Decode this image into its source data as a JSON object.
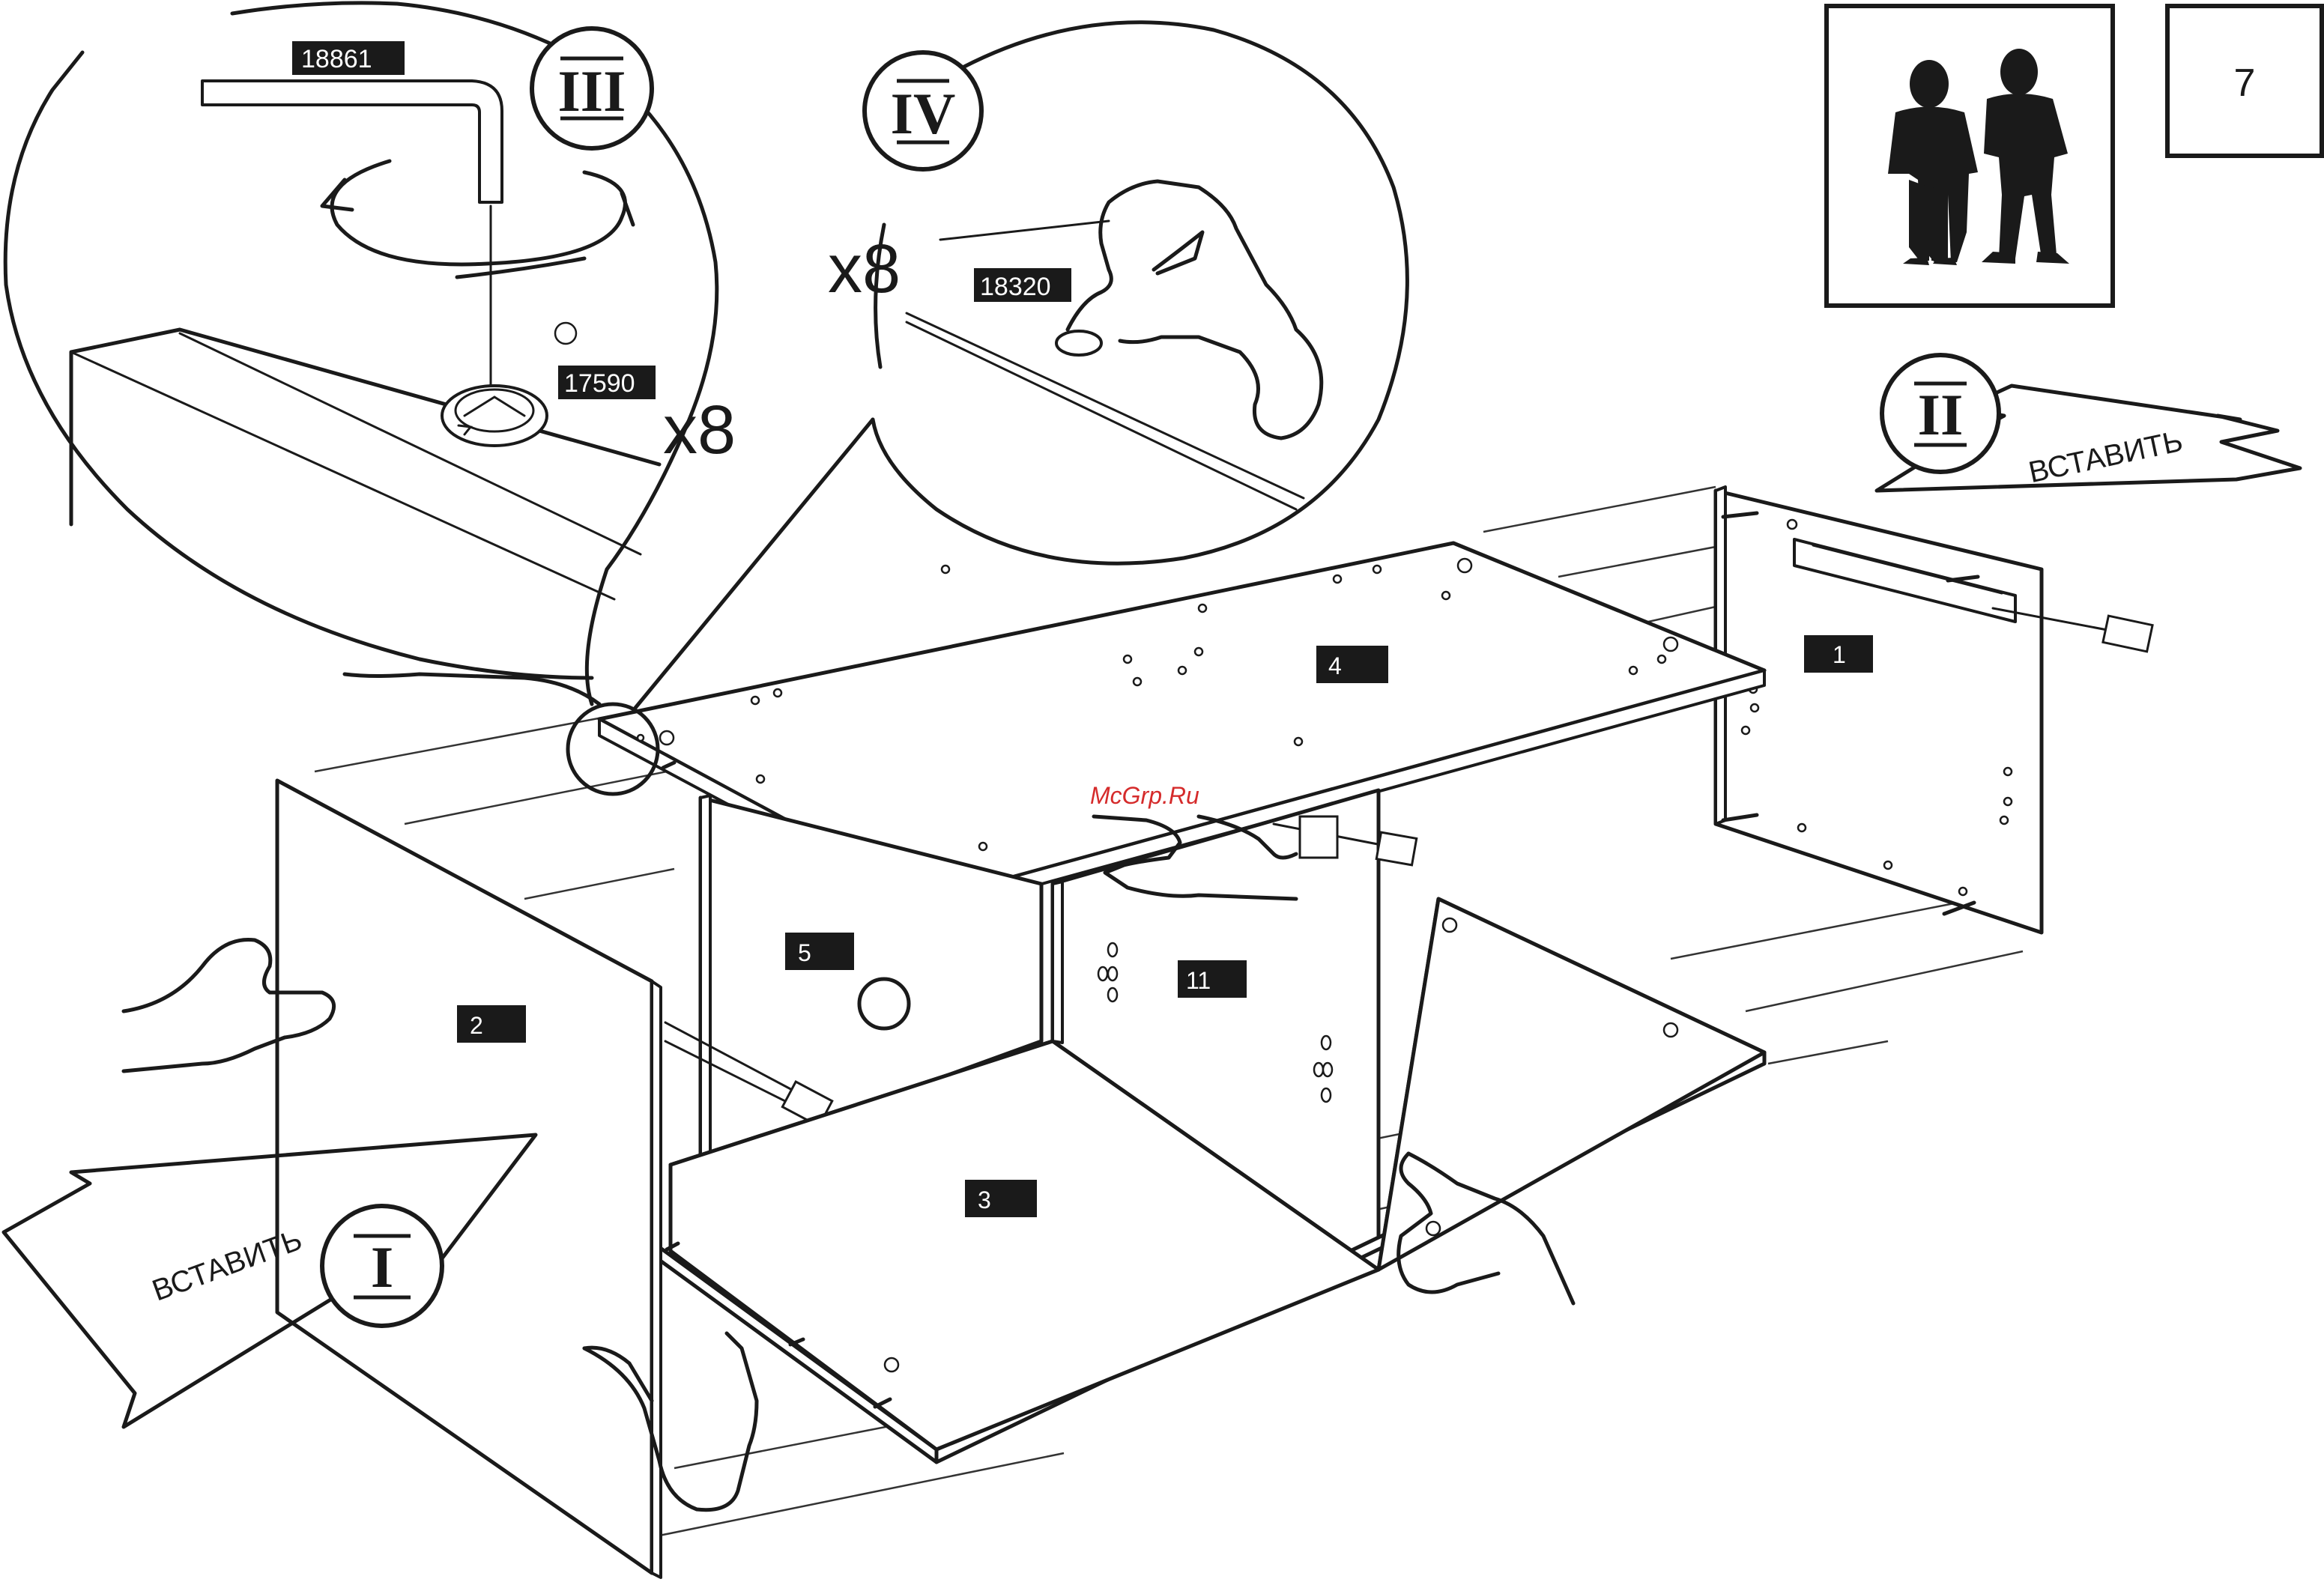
{
  "step_number": "7",
  "part_codes": {
    "allen_key": "18861",
    "cam_lock": "17590",
    "cap": "18320"
  },
  "quantities": {
    "cam_lock_qty": "x8",
    "cap_qty": "x8"
  },
  "steps": {
    "I": "I",
    "II": "II",
    "III": "III",
    "IV": "IV"
  },
  "instructions": {
    "insert_I": "ВСТАВИТЬ",
    "insert_II": "ВСТАВИТЬ"
  },
  "panels": {
    "p1": "1",
    "p2": "2",
    "p3": "3",
    "p4": "4",
    "p5": "5",
    "p11": "11"
  },
  "watermark": "McGrp.Ru",
  "icons": {
    "two_person": "two-person-assembly-icon",
    "allen_key": "allen-key-icon",
    "cam_lock": "cam-lock-icon",
    "rotate_arrow": "rotate-arrow-icon",
    "cap_press": "cap-press-hand-icon"
  },
  "colors": {
    "ink": "#1a1a1a",
    "paper": "#ffffff",
    "watermark": "#d52b2b"
  }
}
